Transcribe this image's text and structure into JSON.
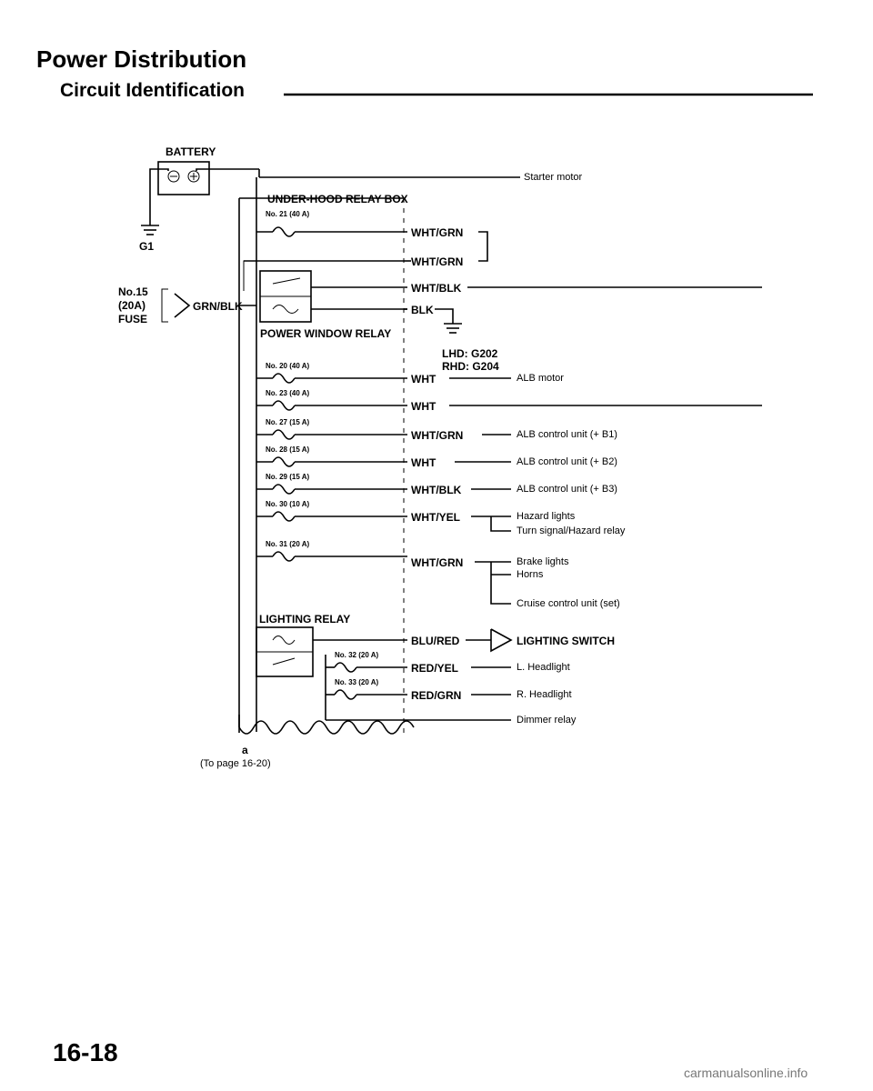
{
  "header": {
    "title": "Power Distribution",
    "subtitle": "Circuit Identification"
  },
  "battery": {
    "label": "BATTERY",
    "ground": "G1"
  },
  "starter": "Starter motor",
  "relay_box": {
    "title": "UNDER-HOOD RELAY BOX"
  },
  "fuse15": {
    "line1": "No.15",
    "line2": "(20A)",
    "line3": "FUSE",
    "wire": "GRN/BLK"
  },
  "fuses": {
    "f21": "No. 21 (40 A)",
    "f20": "No. 20 (40 A)",
    "f23": "No. 23 (40 A)",
    "f27": "No. 27 (15 A)",
    "f28": "No. 28 (15 A)",
    "f29": "No. 29 (15 A)",
    "f30": "No. 30 (10 A)",
    "f31": "No. 31 (20 A)",
    "f32": "No. 32 (20 A)",
    "f33": "No. 33 (20 A)"
  },
  "relays": {
    "power_window": "POWER WINDOW RELAY",
    "lighting": "LIGHTING RELAY"
  },
  "wires": {
    "w1": "WHT/GRN",
    "w2": "WHT/GRN",
    "w3": "WHT/BLK",
    "w4": "BLK",
    "w5": "WHT",
    "w6": "WHT",
    "w7": "WHT/GRN",
    "w8": "WHT",
    "w9": "WHT/BLK",
    "w10": "WHT/YEL",
    "w11": "WHT/GRN",
    "w12": "BLU/RED",
    "w13": "RED/YEL",
    "w14": "RED/GRN"
  },
  "grounds": {
    "lhd": "LHD: G202",
    "rhd": "RHD: G204"
  },
  "loads": {
    "alb_motor": "ALB motor",
    "alb_b1": "ALB control unit (+ B1)",
    "alb_b2": "ALB control unit (+ B2)",
    "alb_b3": "ALB control unit (+ B3)",
    "hazard": "Hazard lights",
    "turn": "Turn signal/Hazard relay",
    "brake": "Brake lights",
    "horns": "Horns",
    "cruise": "Cruise control unit (set)",
    "lighting_switch": "LIGHTING SWITCH",
    "l_headlight": "L. Headlight",
    "r_headlight": "R. Headlight",
    "dimmer": "Dimmer relay"
  },
  "footer": {
    "connector": "a",
    "to_page": "(To page 16-20)",
    "page": "16-18"
  },
  "watermark": "carmanualsonline.info"
}
